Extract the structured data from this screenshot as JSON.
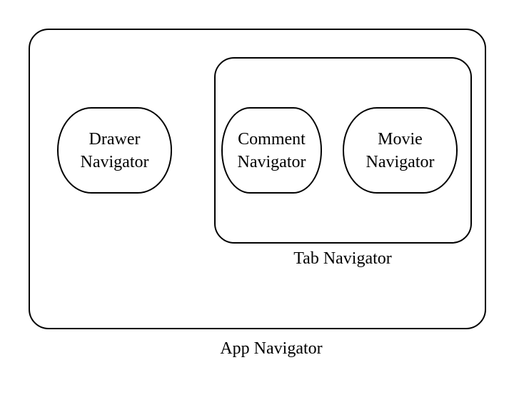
{
  "diagram": {
    "app_navigator": {
      "label": "App Navigator"
    },
    "drawer_navigator": {
      "label": "Drawer\nNavigator"
    },
    "tab_navigator": {
      "label": "Tab Navigator",
      "children": [
        {
          "label": "Comment\nNavigator"
        },
        {
          "label": "Movie\nNavigator"
        }
      ]
    }
  }
}
